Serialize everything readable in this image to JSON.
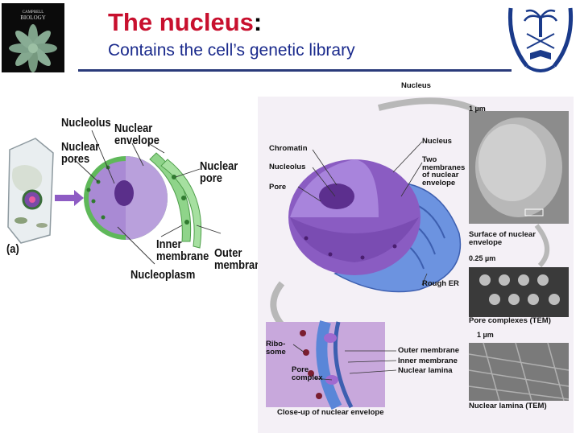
{
  "header": {
    "title": "The nucleus",
    "title_colon": ":",
    "subtitle": "Contains the cell’s genetic library"
  },
  "book_cover": {
    "text_line1": "CAMPBELL",
    "text_line2": "BIOLOGY"
  },
  "left_labels": {
    "panel_tag": "(a)",
    "nucleolus": "Nucleolus",
    "nuclear_envelope": "Nuclear\nenvelope",
    "nuclear_pores": "Nuclear\npores",
    "nuclear_pore": "Nuclear\npore",
    "inner_membrane": "Inner\nmembrane",
    "outer_membrane": "Outer\nmembrane",
    "nucleoplasm": "Nucleoplasm"
  },
  "right_labels": {
    "nucleus_top": "Nucleus",
    "chromatin": "Chromatin",
    "nucleolus": "Nucleolus",
    "pore": "Pore",
    "nucleus_side": "Nucleus",
    "two_membranes": "Two\nmembranes\nof nuclear\nenvelope",
    "rough_er": "Rough ER",
    "scale_1um_top": "1 µm",
    "surface_caption": "Surface of nuclear\nenvelope",
    "scale_025um": "0.25 µm",
    "pore_complexes": "Pore complexes (TEM)",
    "scale_1um_bottom": "1 µm",
    "nuclear_lamina": "Nuclear lamina (TEM)",
    "ribosome": "Ribo-\nsome",
    "pore_complex": "Pore\ncomplex",
    "outer_membrane": "Outer membrane",
    "inner_membrane": "Inner membrane",
    "nuclear_lamina_label": "Nuclear lamina",
    "closeup_caption": "Close-up of nuclear envelope"
  },
  "colors": {
    "title_red": "#c8102e",
    "subtitle_blue": "#1a2a8c",
    "nucleus_purple": "#8a5cc2",
    "envelope_green": "#6cc06a",
    "er_blue": "#5a86d8"
  }
}
